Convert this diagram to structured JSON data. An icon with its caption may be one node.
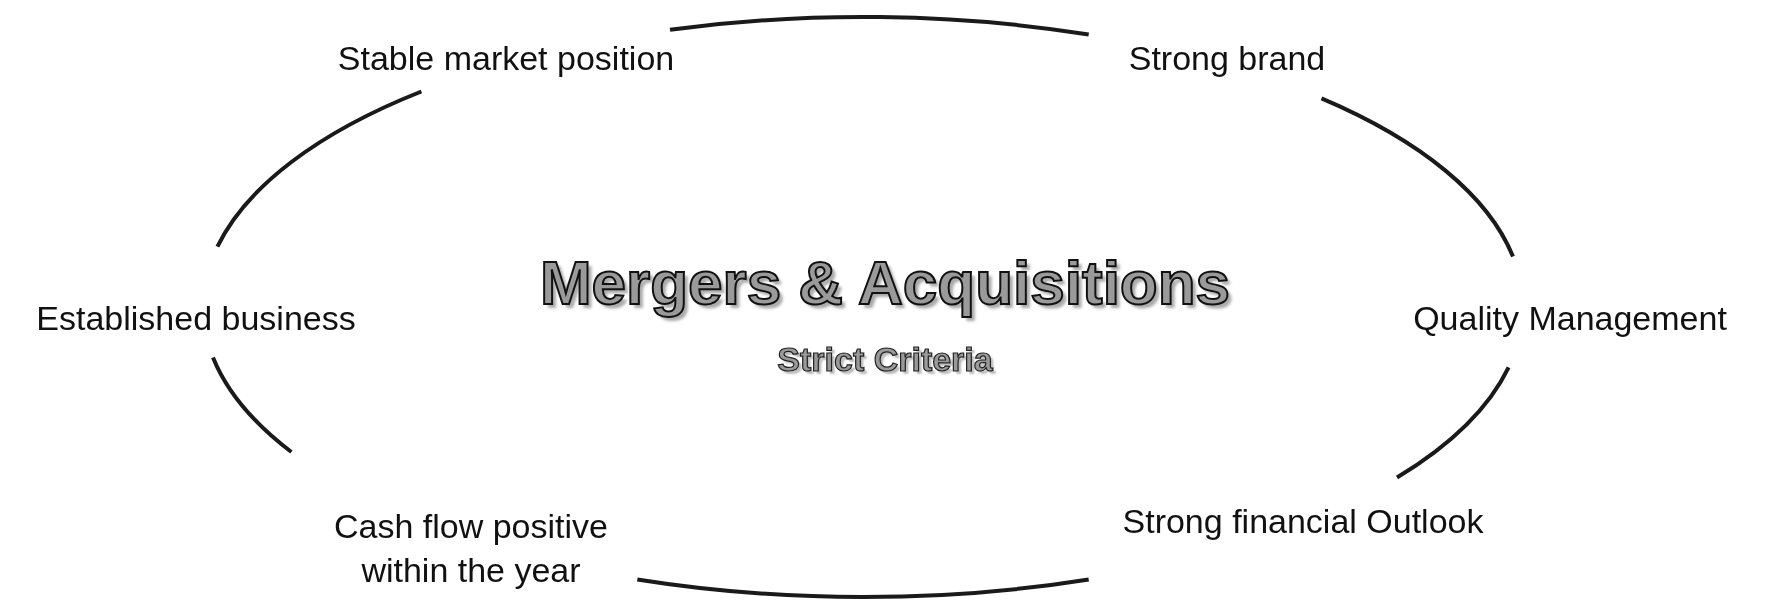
{
  "diagram": {
    "title": "Mergers & Acquisitions",
    "nodes": [
      {
        "text": [
          "Stable market position"
        ]
      },
      {
        "text": [
          "Strong brand"
        ]
      },
      {
        "text": [
          "Established business"
        ]
      },
      {
        "text": [
          "Quality Management"
        ]
      },
      {
        "text": [
          "Cash flow positive within the year"
        ]
      },
      {
        "text": [
          "Strong financial Outlook"
        ]
      }
    ],
    "edges": [
      {
        "from": 0,
        "to": 1,
        "arrow": "none"
      },
      {
        "from": 1,
        "to": 3,
        "arrow": "none"
      },
      {
        "from": 3,
        "to": 5,
        "arrow": "none"
      },
      {
        "from": 5,
        "to": 4,
        "arrow": "none"
      },
      {
        "from": 4,
        "to": 2,
        "arrow": "none"
      },
      {
        "from": 2,
        "to": 0,
        "arrow": "none"
      }
    ],
    "labels": [
      "Strict Criteria"
    ]
  }
}
